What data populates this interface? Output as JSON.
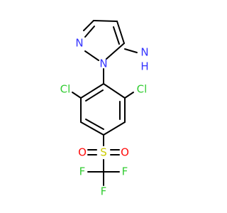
{
  "molecule": {
    "atoms": [
      {
        "id": "N1",
        "label": "N",
        "color": "#3333ff"
      },
      {
        "id": "N2",
        "label": "N",
        "color": "#3333ff"
      },
      {
        "id": "NH2",
        "label": "N",
        "color": "#3333ff"
      },
      {
        "id": "H",
        "label": "H",
        "color": "#3333ff"
      },
      {
        "id": "Cl_left",
        "label": "Cl",
        "color": "#33cc33"
      },
      {
        "id": "Cl_right",
        "label": "Cl",
        "color": "#33cc33"
      },
      {
        "id": "S",
        "label": "S",
        "color": "#cccc00"
      },
      {
        "id": "O_left",
        "label": "O",
        "color": "#ff0d0d"
      },
      {
        "id": "O_right",
        "label": "O",
        "color": "#ff0d0d"
      },
      {
        "id": "F_left",
        "label": "F",
        "color": "#33cc33"
      },
      {
        "id": "F_right",
        "label": "F",
        "color": "#33cc33"
      },
      {
        "id": "F_bottom",
        "label": "F",
        "color": "#33cc33"
      }
    ],
    "bond_color": "#000000"
  }
}
